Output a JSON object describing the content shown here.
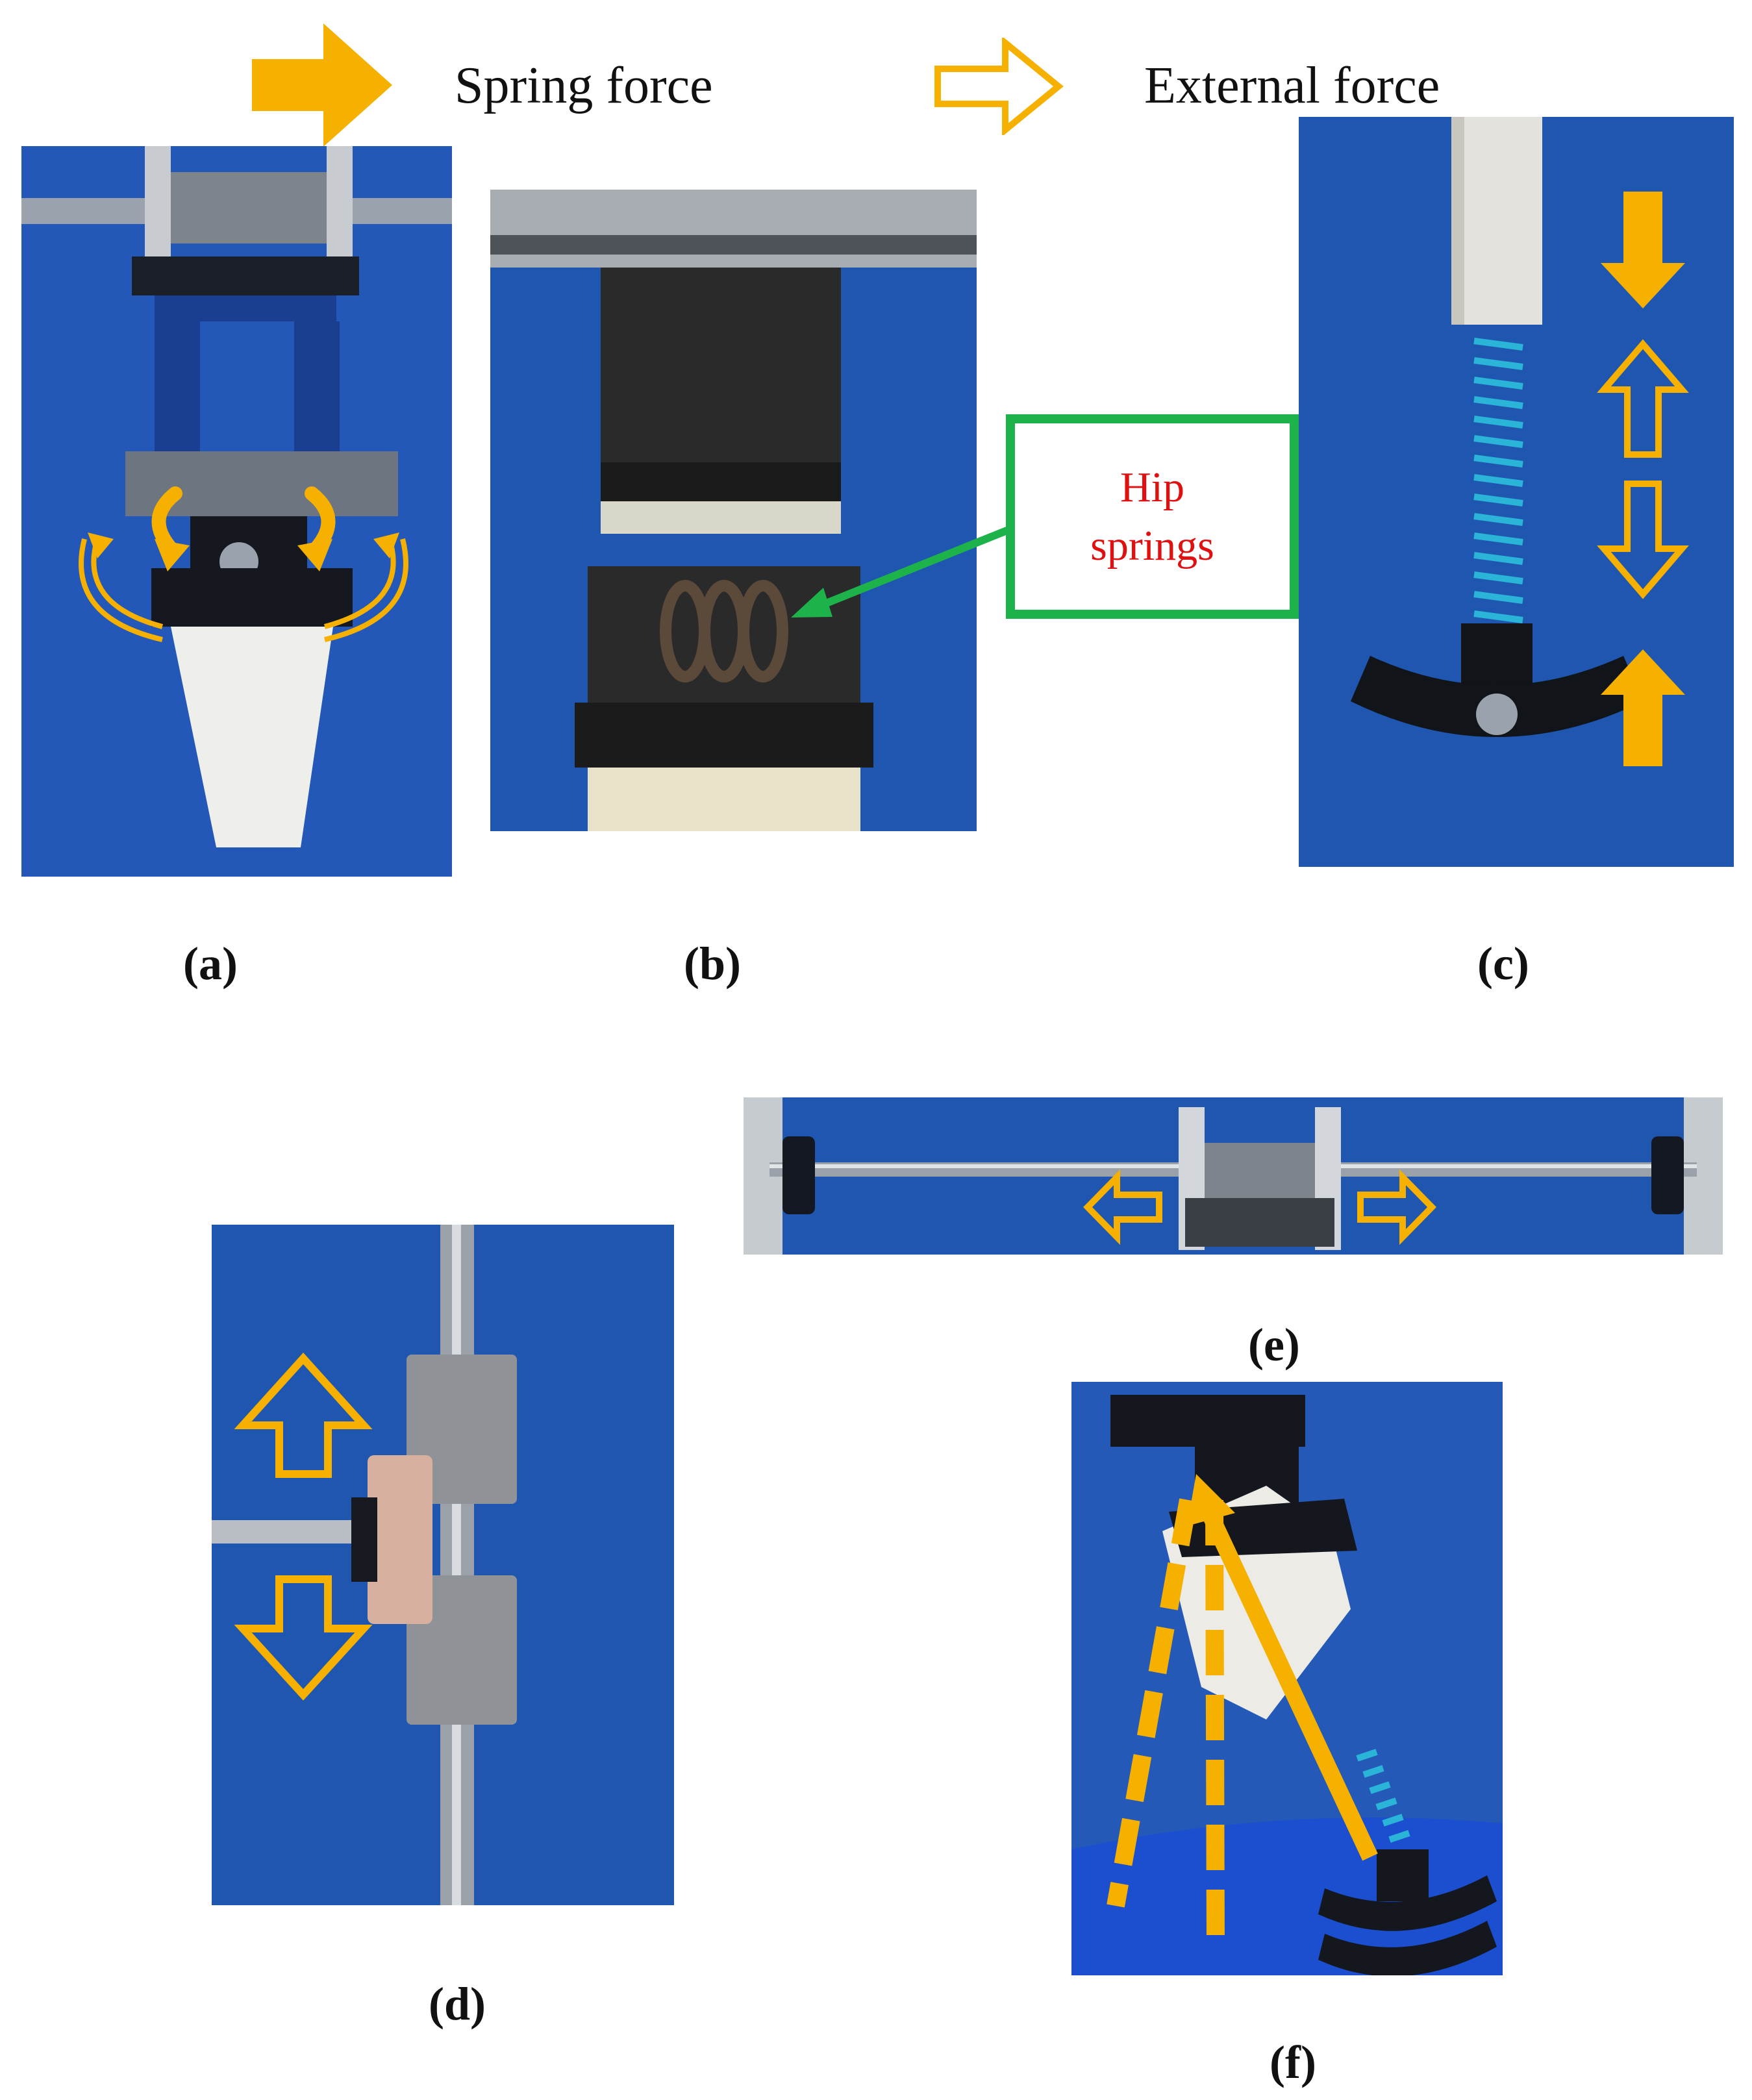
{
  "legend": {
    "spring_label": "Spring force",
    "external_label": "External force",
    "spring_icon": "solid-arrow-right-icon",
    "external_icon": "outline-arrow-right-icon"
  },
  "callout": {
    "label": "Hip springs"
  },
  "panels": [
    {
      "id": "a",
      "caption": "(a)"
    },
    {
      "id": "b",
      "caption": "(b)"
    },
    {
      "id": "c",
      "caption": "(c)"
    },
    {
      "id": "d",
      "caption": "(d)"
    },
    {
      "id": "e",
      "caption": "(e)"
    },
    {
      "id": "f",
      "caption": "(f)"
    }
  ],
  "colors": {
    "force_arrow": "#f5b000",
    "callout_border": "#1db34a",
    "callout_text": "#e01010",
    "backdrop_blue": "#1f56b0"
  }
}
